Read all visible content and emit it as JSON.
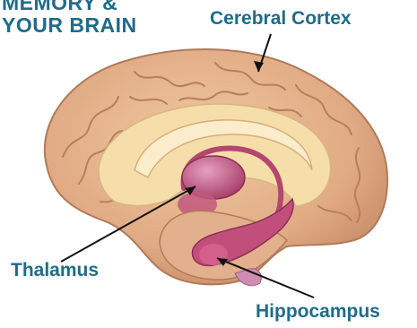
{
  "title": {
    "line1": "MEMORY &",
    "line2": "YOUR BRAIN"
  },
  "labels": {
    "cerebral_cortex": "Cerebral Cortex",
    "thalamus": "Thalamus",
    "hippocampus": "Hippocampus"
  },
  "colors": {
    "text_blue": "#1f6b8a",
    "cortex": "#e2b08c",
    "cortex_gyri_line": "#b5805c",
    "inner_region": "#f6deaa",
    "limbic_magenta": "#b4476f",
    "leader_line": "#111111"
  }
}
